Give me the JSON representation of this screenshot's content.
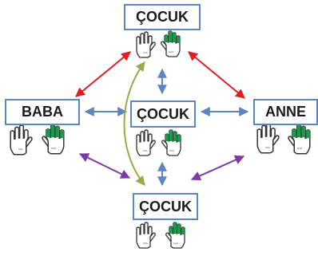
{
  "nodes": {
    "top": {
      "label": "ÇOCUK"
    },
    "center": {
      "label": "ÇOCUK"
    },
    "bottom": {
      "label": "ÇOCUK"
    },
    "left": {
      "label": "BABA"
    },
    "right": {
      "label": "ANNE"
    }
  },
  "hand_labels": {
    "left": "SOL",
    "right": "SAĞ"
  },
  "colors": {
    "box_border": "#5b86c2",
    "arrow_red": "#e02020",
    "arrow_blue": "#5b86c2",
    "arrow_purple": "#7b3aa8",
    "arrow_olive": "#9aaa4a",
    "hand_green": "#1a9a4a"
  }
}
